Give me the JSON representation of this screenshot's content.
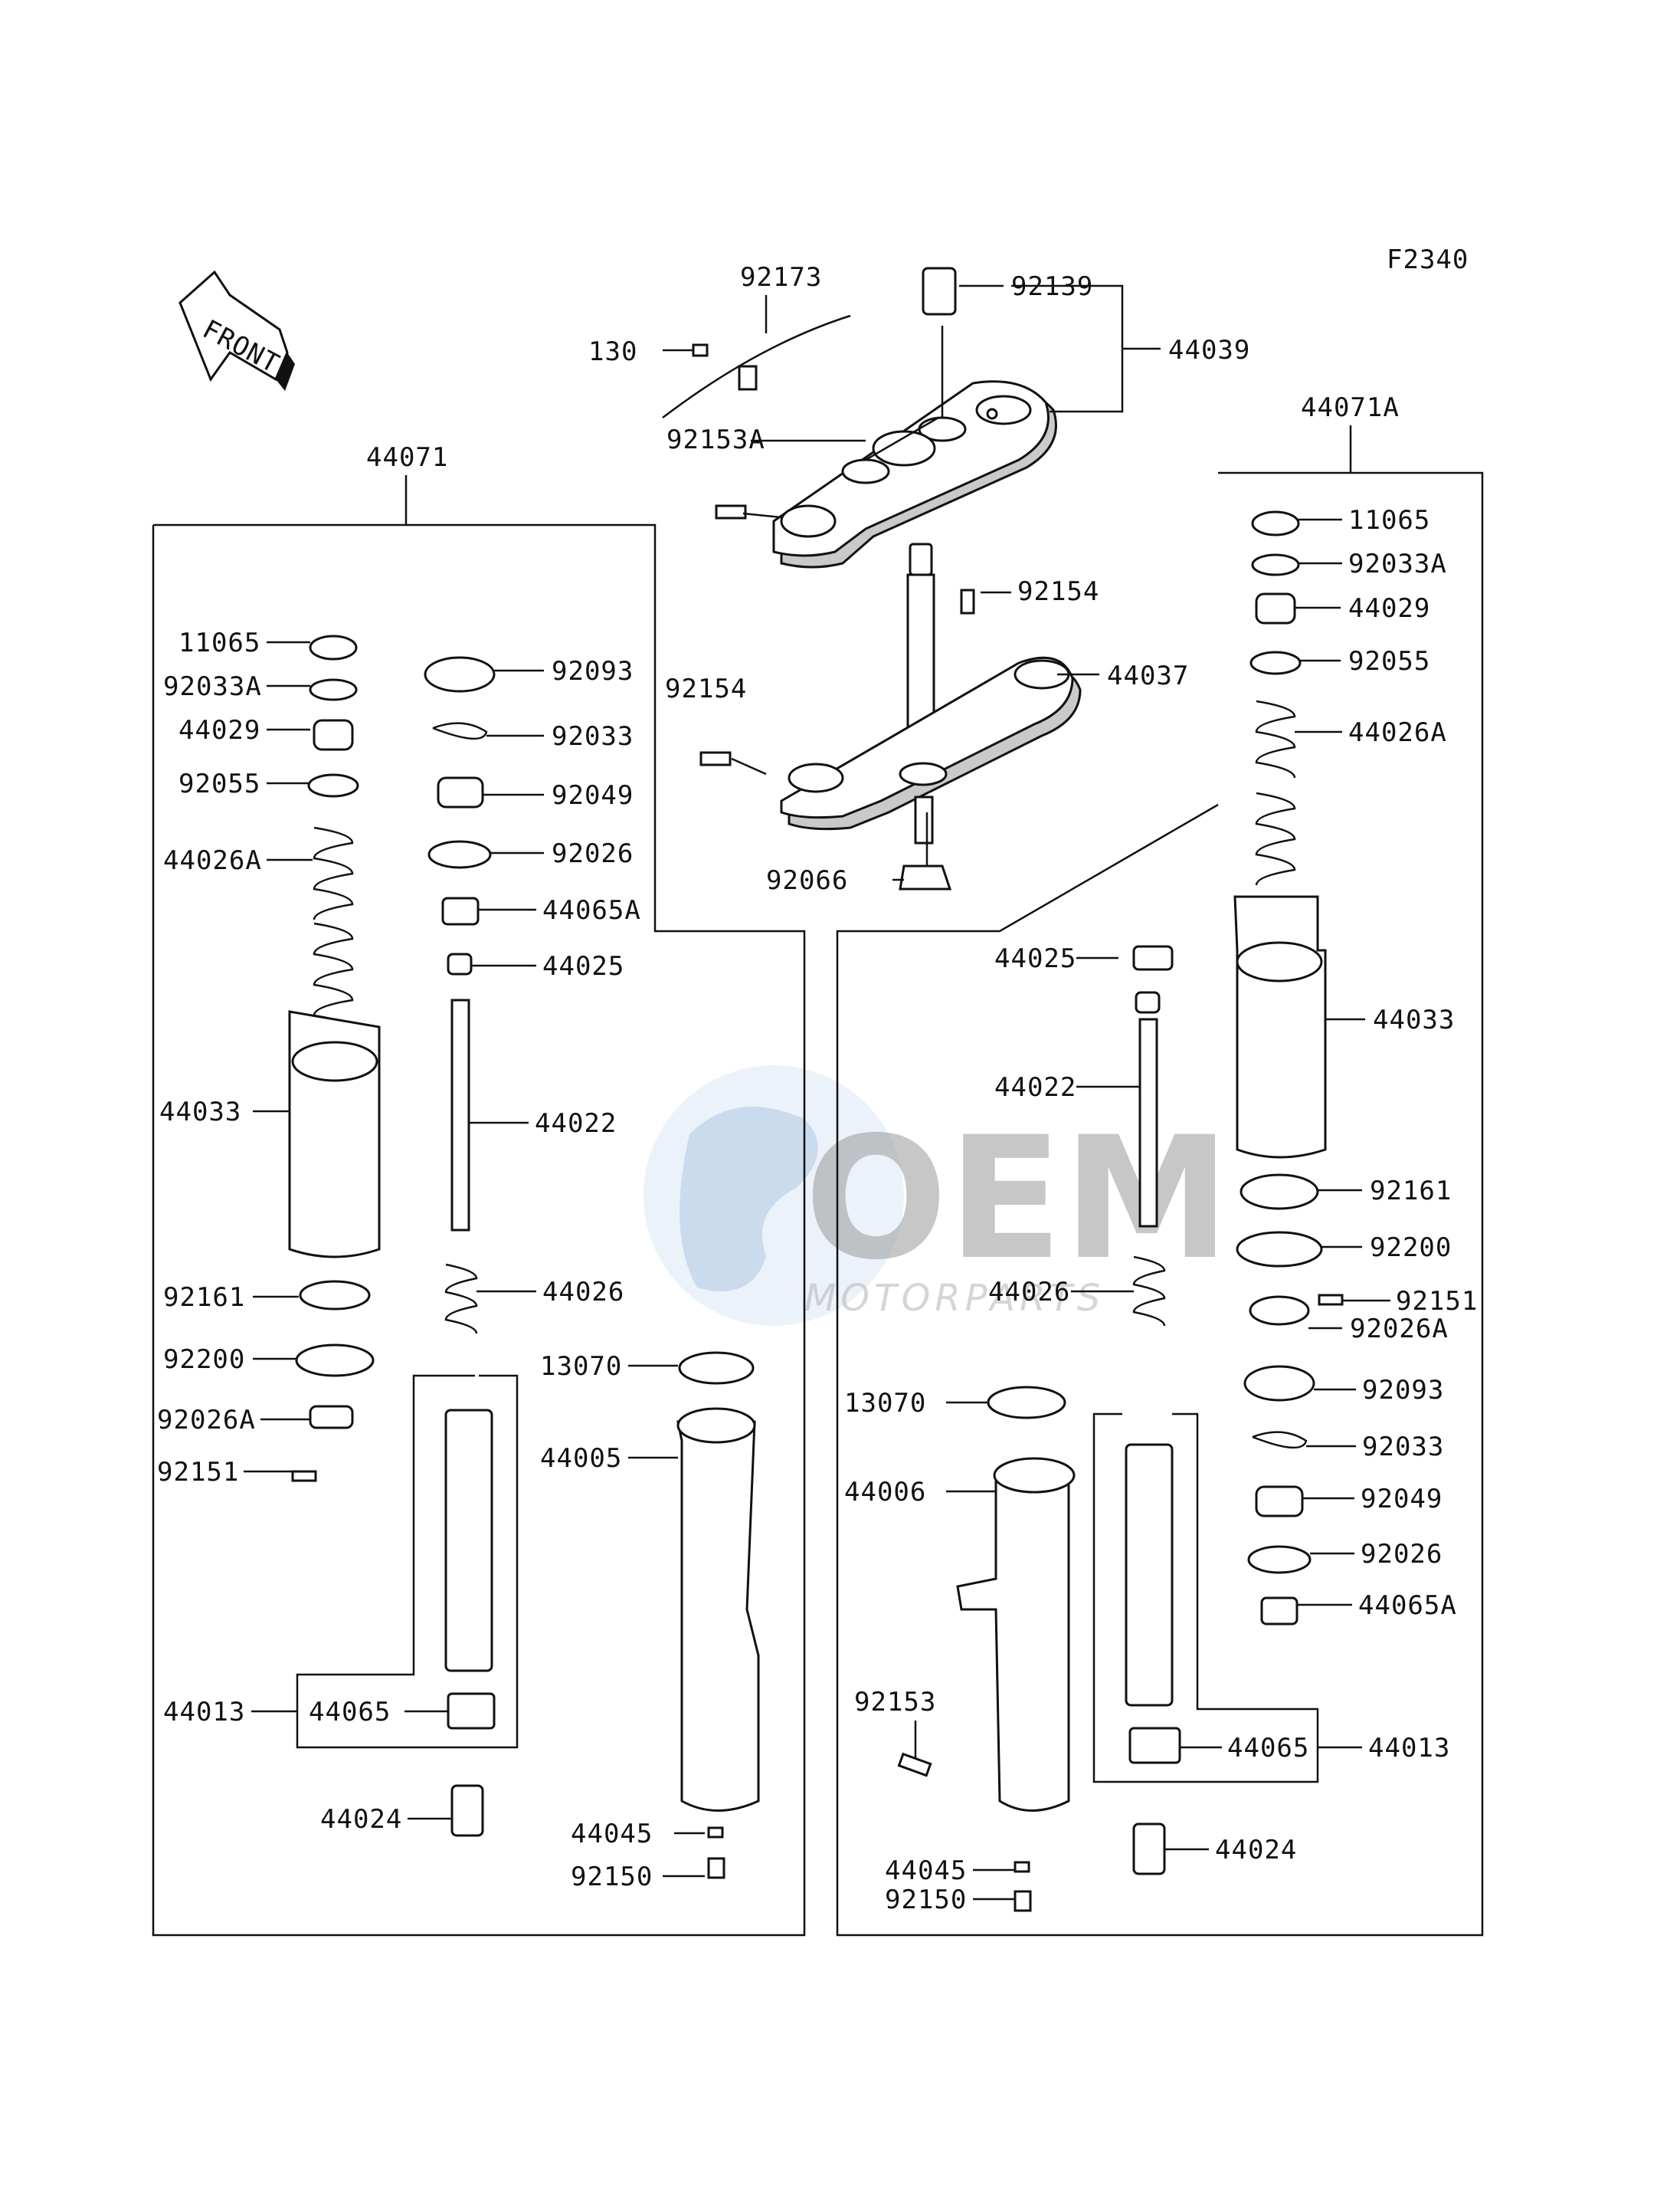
{
  "figure_code": "F2340",
  "front_label": "FRONT",
  "watermark": {
    "brand": "OEM",
    "sub": "MOTORPARTS"
  },
  "assemblies": {
    "left": "44071",
    "right": "44071A"
  },
  "callouts": {
    "top": [
      "92173",
      "130",
      "92139",
      "44039",
      "92153A",
      "92154",
      "44037",
      "92154",
      "92066"
    ],
    "left": [
      "11065",
      "92033A",
      "44029",
      "92055",
      "44026A",
      "44033",
      "92161",
      "92200",
      "92026A",
      "92151",
      "92093",
      "92033",
      "92049",
      "92026",
      "44065A",
      "44025",
      "44022",
      "44026",
      "13070",
      "44005",
      "44013",
      "44065",
      "44024",
      "44045",
      "92150"
    ],
    "right": [
      "11065",
      "92033A",
      "44029",
      "92055",
      "44026A",
      "44033",
      "92161",
      "92200",
      "92151",
      "92026A",
      "92093",
      "92033",
      "92049",
      "92026",
      "44065A",
      "44025",
      "44022",
      "44026",
      "13070",
      "44006",
      "92153",
      "44065",
      "44013",
      "44024",
      "44045",
      "92150"
    ]
  }
}
